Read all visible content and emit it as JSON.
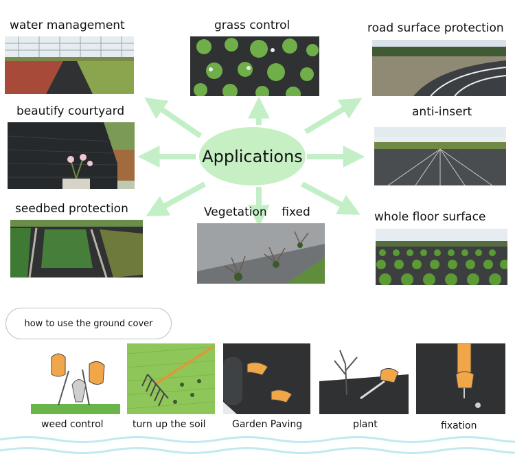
{
  "center_label": "Applications",
  "applications": [
    {
      "label": "water management"
    },
    {
      "label": "grass control"
    },
    {
      "label": "road surface protection"
    },
    {
      "label": "beautify courtyard"
    },
    {
      "label": "anti-insert"
    },
    {
      "label": "seedbed protection"
    },
    {
      "label": "Vegetation    fixed"
    },
    {
      "label": "whole floor surface"
    }
  ],
  "how_to": {
    "title": "how to use the ground cover",
    "steps": [
      {
        "label": "weed control"
      },
      {
        "label": "turn up the soil"
      },
      {
        "label": "Garden Paving"
      },
      {
        "label": "plant"
      },
      {
        "label": "fixation"
      }
    ]
  },
  "colors": {
    "arrow": "#c3efc6",
    "center": "#c6f0c4",
    "fabric": "#2f3133",
    "water": "#bfeaf0"
  }
}
